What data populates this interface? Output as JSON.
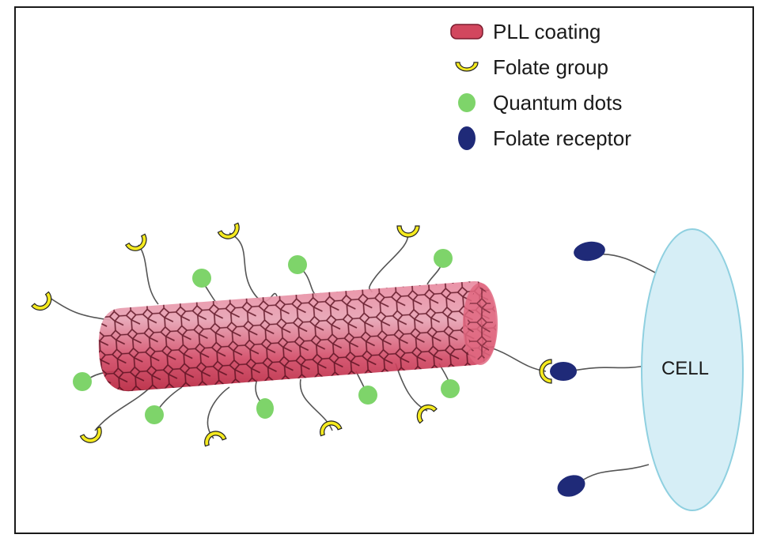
{
  "legend": {
    "items": [
      {
        "id": "pll",
        "label": "PLL coating",
        "icon": "pll-coating-icon",
        "color": "#d2475e"
      },
      {
        "id": "folate",
        "label": "Folate group",
        "icon": "folate-group-icon",
        "color": "#f5ea1f"
      },
      {
        "id": "qd",
        "label": "Quantum dots",
        "icon": "quantum-dot-icon",
        "color": "#7ed46a"
      },
      {
        "id": "receptor",
        "label": "Folate receptor",
        "icon": "folate-receptor-icon",
        "color": "#1f2a78"
      }
    ]
  },
  "cell": {
    "label": "CELL",
    "color": "#d6eef6",
    "border": "#8fd0e0"
  },
  "nanotube": {
    "coating_color": "#d2475e",
    "lattice_color": "#5a1020"
  }
}
